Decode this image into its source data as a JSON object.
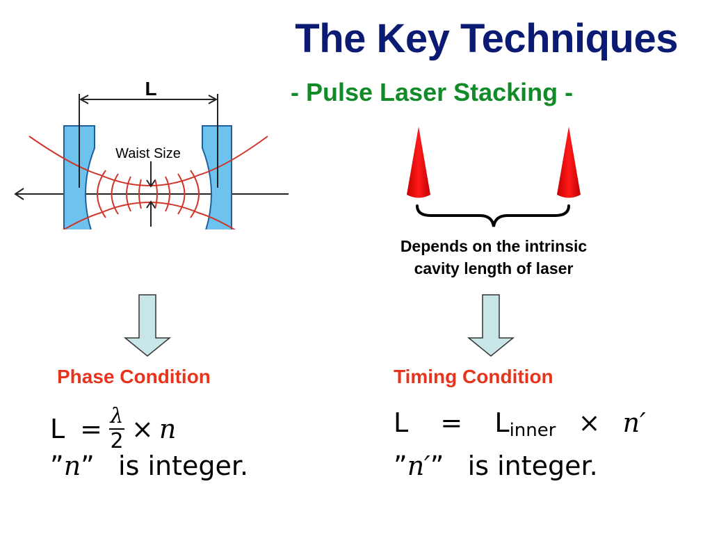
{
  "title": "The Key Techniques",
  "subtitle": "- Pulse Laser Stacking -",
  "cavity": {
    "length_label": "L",
    "waist_label": "Waist Size"
  },
  "pulses": {
    "brace_caption_line1": "Depends on the intrinsic",
    "brace_caption_line2": "cavity length of laser"
  },
  "phase": {
    "heading": "Phase Condition",
    "lhs": "L",
    "equals": "=",
    "numerator": "λ",
    "denominator": "2",
    "times": "×",
    "var": "n",
    "quote_open": "”",
    "quote_close": "”",
    "integer_text": "is integer."
  },
  "timing": {
    "heading": "Timing Condition",
    "lhs": "L",
    "equals": "=",
    "rhs_base": "L",
    "rhs_sub": "inner",
    "times": "×",
    "var": "n′",
    "quote_open": "”",
    "quote_close": "”",
    "integer_text": "is integer."
  },
  "colors": {
    "title": "#0b1a73",
    "subtitle": "#118a28",
    "condition": "#e8341d",
    "mirror": "#6ec3ee",
    "beam": "#d0352b",
    "pulse": "#ff0000",
    "arrow_fill": "#c8e6e8"
  }
}
